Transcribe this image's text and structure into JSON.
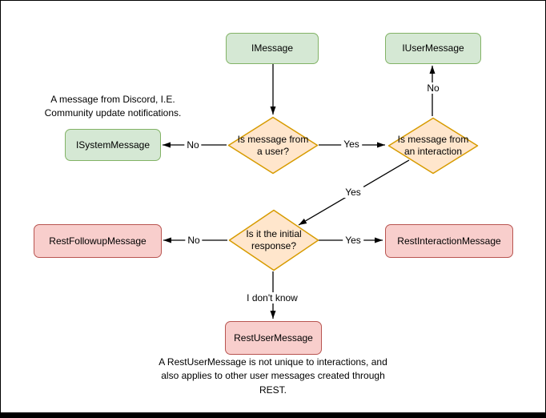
{
  "colors": {
    "interface_fill": "#d5e8d4",
    "interface_stroke": "#82b366",
    "decision_fill": "#ffe6cc",
    "decision_stroke": "#d79b00",
    "rest_fill": "#f8cecc",
    "rest_stroke": "#b85450",
    "edge": "#000000",
    "background": "#ffffff"
  },
  "nodes": {
    "imessage": {
      "label": "IMessage"
    },
    "iusermessage": {
      "label": "IUserMessage"
    },
    "isystemmessage": {
      "label": "ISystemMessage"
    },
    "is_from_user": {
      "label": "Is message from a user?"
    },
    "is_from_interaction": {
      "label": "Is message from an interaction"
    },
    "is_initial_response": {
      "label": "Is it the initial response?"
    },
    "restfollowupmessage": {
      "label": "RestFollowupMessage"
    },
    "restinteractionmessage": {
      "label": "RestInteractionMessage"
    },
    "restusermessage": {
      "label": "RestUserMessage"
    }
  },
  "edge_labels": {
    "from_user_no": "No",
    "from_user_yes": "Yes",
    "from_interaction_no": "No",
    "from_interaction_yes": "Yes",
    "initial_no": "No",
    "initial_yes": "Yes",
    "initial_unknown": "I don't know"
  },
  "notes": {
    "system_message_note": "A message from Discord, I.E. Community update notifications.",
    "rest_user_note": "A RestUserMessage is not unique to interactions, and also applies to other user messages created through REST."
  }
}
